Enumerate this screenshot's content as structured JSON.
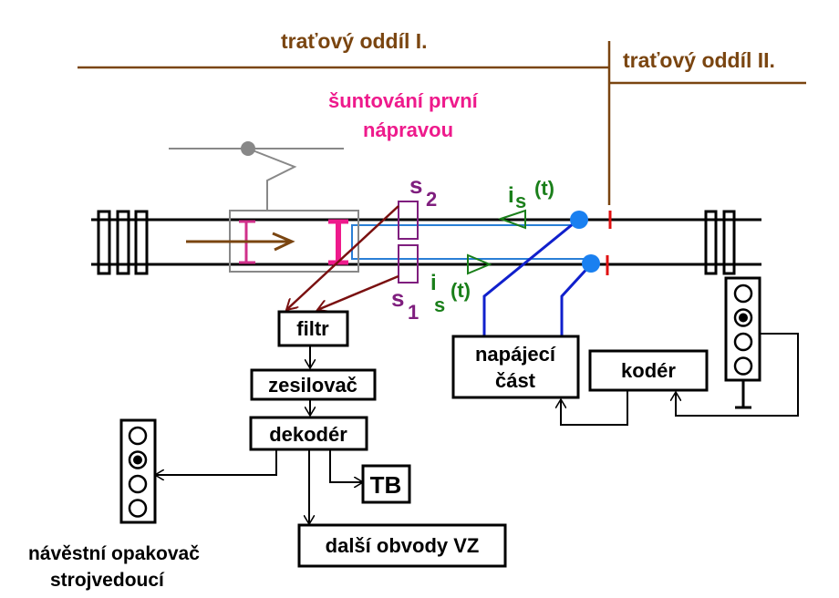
{
  "diagram": {
    "title": "Track circuit with locomotive signalling (vlakový zabezpečovač)",
    "labels": {
      "section_1": "traťový oddíl I.",
      "section_2": "traťový oddíl II.",
      "shunt_line1": "šuntování první",
      "shunt_line2": "nápravou",
      "sensor_2": "s",
      "sensor_2_sub": "2",
      "sensor_1": "s",
      "sensor_1_sub": "1",
      "current_top": "i",
      "current_top_sub": "s",
      "current_top_arg": "(t)",
      "current_bottom": "i",
      "current_bottom_sub": "s",
      "current_bottom_arg": "(t)",
      "driver_repeater_line1": "návěstní opakovač",
      "driver_repeater_line2": "strojvedoucí"
    },
    "blocks": {
      "filter": "filtr",
      "amplifier": "zesilovač",
      "decoder": "dekodér",
      "tb": "TB",
      "other_circuits": "další obvody VZ",
      "power_supply_line1": "napájecí",
      "power_supply_line2": "část",
      "coder": "kodér"
    },
    "signals": {
      "trackside_lit_aspect": 2,
      "cab_lit_aspect": 2,
      "lamp_count": 4
    },
    "colors": {
      "section_label": "#7a4510",
      "shunt_label": "#ee1a8c",
      "sensor": "#7f1e7e",
      "current": "#1a7f1a",
      "feed_wire": "#1020cc",
      "current_loop": "#2a7fd6",
      "insulated_joint": "#e01010",
      "feed_point": "#1a80f0",
      "pickup_wire": "#7a1010",
      "vehicle": "#888888",
      "direction_arrow": "#7a4510",
      "rail": "#000000"
    }
  }
}
